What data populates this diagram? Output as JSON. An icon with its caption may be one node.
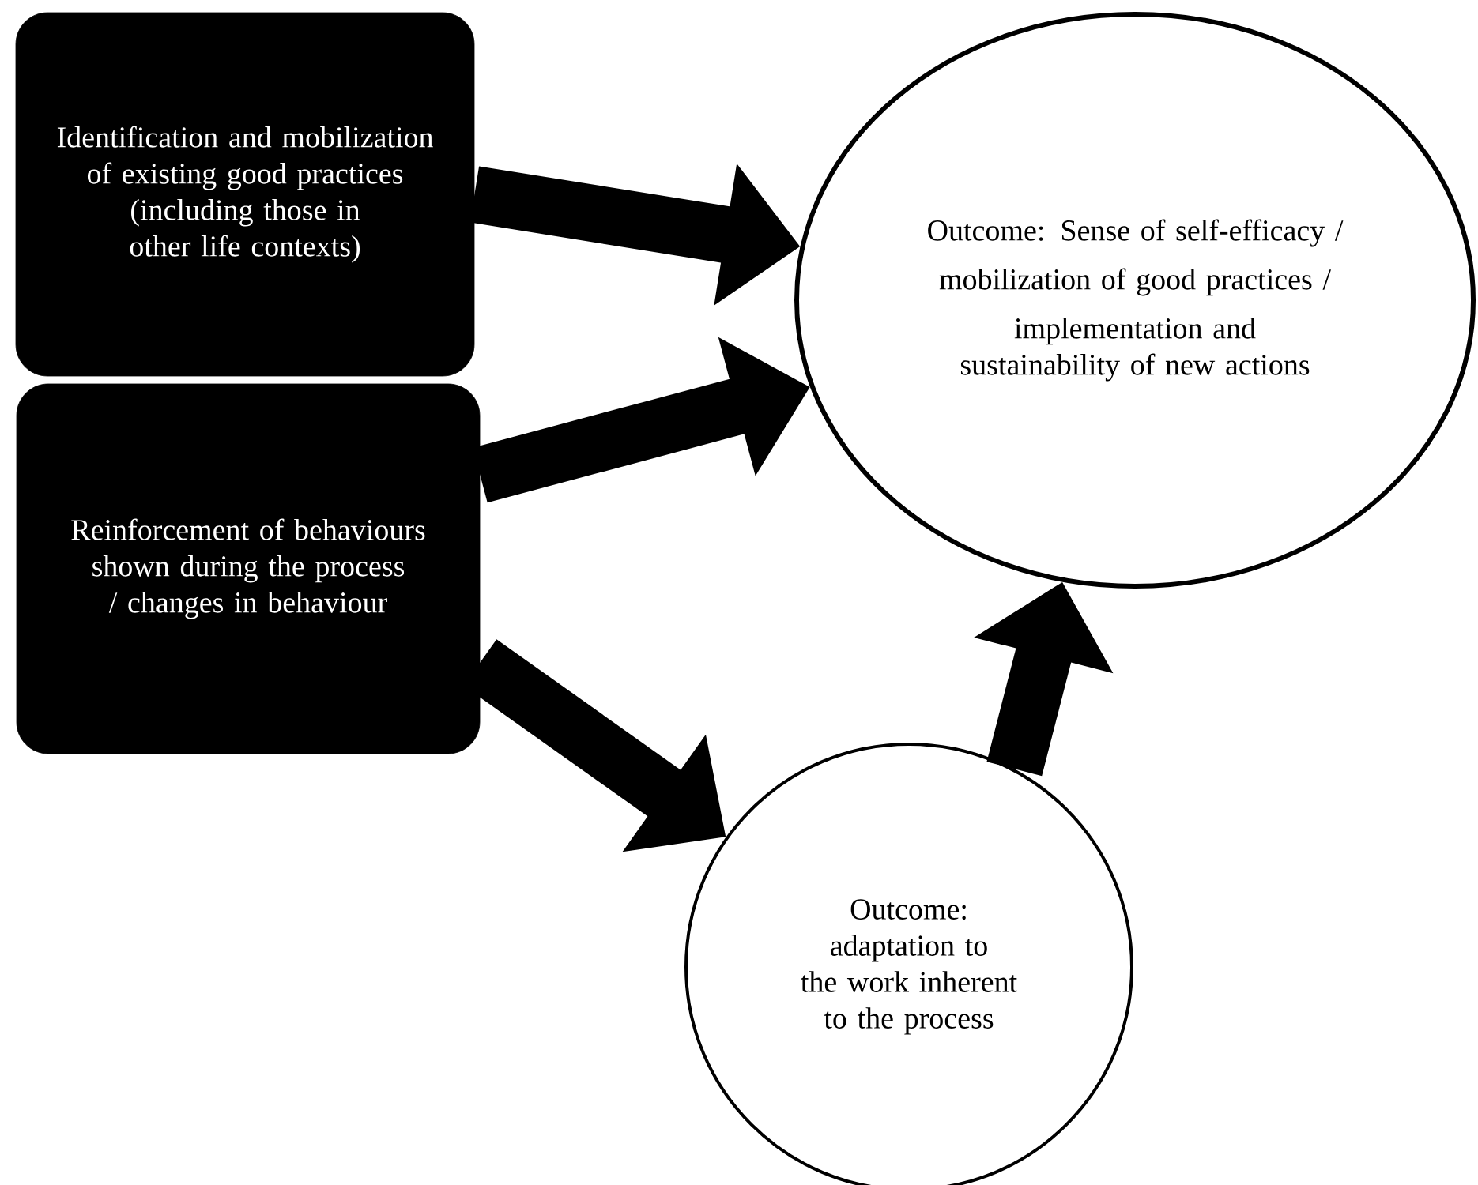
{
  "diagram": {
    "nodes": [
      {
        "text": [
          "Identification and mobilization of existing good practices (including those in other life contexts)"
        ]
      },
      {
        "text": [
          "Reinforcement of behaviours shown during the process / changes in behaviour"
        ]
      },
      {
        "text": [
          "Outcome: Sense of self-efficacy /",
          "mobilization of good practices /",
          "implementation and sustainability of new actions"
        ]
      },
      {
        "text": [
          "Outcome: adaptation to the work inherent to the process"
        ]
      }
    ],
    "edges": [
      {
        "from": 0,
        "to": 2,
        "arrow": "to"
      },
      {
        "from": 1,
        "to": 2,
        "arrow": "to"
      },
      {
        "from": 1,
        "to": 3,
        "arrow": "to"
      },
      {
        "from": 3,
        "to": 2,
        "arrow": "to"
      }
    ]
  }
}
